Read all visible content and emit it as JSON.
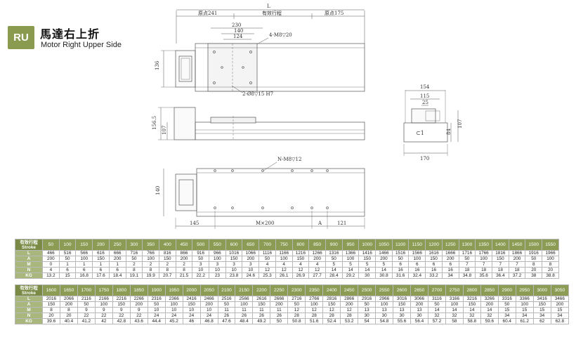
{
  "header": {
    "badge": "RU",
    "title_cn": "馬達右上折",
    "title_en": "Motor Right Upper Side"
  },
  "drawing": {
    "top_view": {
      "dim_L": "L",
      "dim_origin_left": "原点241",
      "dim_stroke": "有效行程",
      "dim_origin_right": "原点175",
      "dim_230": "230",
      "dim_140": "140",
      "dim_124": "124",
      "hole_note": "4-M8▽20",
      "dim_136": "136",
      "pin_note": "2-Ø8▽15 H7"
    },
    "side_view": {
      "dim_156_5": "156.5",
      "dim_107": "107"
    },
    "bottom_view": {
      "hole_note": "N-M8▽12",
      "dim_140": "140",
      "dim_145": "145",
      "dim_mx200": "M×200",
      "dim_a": "A",
      "dim_121": "121"
    },
    "end_view": {
      "dim_154": "154",
      "dim_115": "115",
      "dim_25": "25",
      "dim_84": "84",
      "dim_107": "107",
      "dim_170": "170"
    }
  },
  "table1": {
    "header_cn": "有效行程",
    "header_en": "Stroke",
    "columns": [
      "50",
      "100",
      "150",
      "200",
      "250",
      "300",
      "350",
      "400",
      "450",
      "500",
      "550",
      "600",
      "650",
      "700",
      "750",
      "800",
      "850",
      "900",
      "950",
      "1000",
      "1050",
      "1100",
      "1150",
      "1200",
      "1250",
      "1300",
      "1350",
      "1400",
      "1450",
      "1500",
      "1550"
    ],
    "rows": [
      {
        "label": "L",
        "cells": [
          "466",
          "516",
          "566",
          "616",
          "666",
          "716",
          "766",
          "816",
          "866",
          "916",
          "966",
          "1016",
          "1066",
          "1116",
          "1166",
          "1216",
          "1266",
          "1316",
          "1366",
          "1416",
          "1466",
          "1516",
          "1566",
          "1616",
          "1666",
          "1716",
          "1766",
          "1816",
          "1866",
          "1916",
          "1966"
        ]
      },
      {
        "label": "A",
        "cells": [
          "200",
          "50",
          "100",
          "150",
          "200",
          "50",
          "100",
          "150",
          "200",
          "50",
          "100",
          "150",
          "200",
          "50",
          "100",
          "150",
          "200",
          "50",
          "100",
          "150",
          "200",
          "50",
          "100",
          "150",
          "200",
          "50",
          "100",
          "150",
          "200",
          "50",
          "100"
        ]
      },
      {
        "label": "M",
        "cells": [
          "0",
          "1",
          "1",
          "1",
          "1",
          "2",
          "2",
          "2",
          "2",
          "3",
          "3",
          "3",
          "3",
          "4",
          "4",
          "4",
          "4",
          "5",
          "5",
          "5",
          "5",
          "6",
          "6",
          "6",
          "6",
          "7",
          "7",
          "7",
          "7",
          "8",
          "8"
        ]
      },
      {
        "label": "N",
        "cells": [
          "4",
          "6",
          "6",
          "6",
          "6",
          "8",
          "8",
          "8",
          "8",
          "10",
          "10",
          "10",
          "10",
          "12",
          "12",
          "12",
          "12",
          "14",
          "14",
          "14",
          "14",
          "16",
          "16",
          "16",
          "16",
          "18",
          "18",
          "18",
          "18",
          "20",
          "20"
        ]
      },
      {
        "label": "KG",
        "cells": [
          "13.2",
          "15",
          "16.8",
          "17.6",
          "18.4",
          "19.1",
          "19.9",
          "20.7",
          "21.5",
          "22.2",
          "23",
          "23.8",
          "24.6",
          "25.3",
          "26.1",
          "26.9",
          "27.7",
          "28.4",
          "29.2",
          "30",
          "30.8",
          "31.6",
          "32.4",
          "33.2",
          "34",
          "34.8",
          "35.6",
          "36.4",
          "37.2",
          "38",
          "38.8"
        ]
      }
    ]
  },
  "table2": {
    "header_cn": "有效行程",
    "header_en": "Stroke",
    "columns": [
      "1600",
      "1650",
      "1700",
      "1750",
      "1800",
      "1850",
      "1900",
      "1950",
      "2000",
      "2050",
      "2100",
      "2150",
      "2200",
      "2250",
      "2300",
      "2350",
      "2400",
      "2450",
      "2500",
      "2550",
      "2600",
      "2650",
      "2700",
      "2750",
      "2800",
      "2850",
      "2900",
      "2950",
      "3000",
      "3050"
    ],
    "rows": [
      {
        "label": "L",
        "cells": [
          "2016",
          "2066",
          "2116",
          "2166",
          "2216",
          "2266",
          "2316",
          "2366",
          "2416",
          "2466",
          "2516",
          "2566",
          "2616",
          "2666",
          "2716",
          "2766",
          "2816",
          "2866",
          "2916",
          "2966",
          "3016",
          "3066",
          "3116",
          "3166",
          "3216",
          "3266",
          "3316",
          "3366",
          "3416",
          "3466"
        ]
      },
      {
        "label": "A",
        "cells": [
          "150",
          "200",
          "50",
          "100",
          "150",
          "200",
          "50",
          "100",
          "150",
          "200",
          "50",
          "100",
          "150",
          "200",
          "50",
          "100",
          "150",
          "200",
          "50",
          "100",
          "150",
          "200",
          "50",
          "100",
          "150",
          "200",
          "50",
          "100",
          "150",
          "200"
        ]
      },
      {
        "label": "M",
        "cells": [
          "8",
          "8",
          "9",
          "9",
          "9",
          "9",
          "10",
          "10",
          "10",
          "10",
          "11",
          "11",
          "11",
          "11",
          "12",
          "12",
          "12",
          "12",
          "13",
          "13",
          "13",
          "13",
          "14",
          "14",
          "14",
          "14",
          "15",
          "15",
          "15",
          "15"
        ]
      },
      {
        "label": "N",
        "cells": [
          "20",
          "20",
          "22",
          "22",
          "22",
          "22",
          "24",
          "24",
          "24",
          "24",
          "26",
          "26",
          "26",
          "26",
          "28",
          "28",
          "28",
          "28",
          "30",
          "30",
          "30",
          "30",
          "32",
          "32",
          "32",
          "32",
          "34",
          "34",
          "34",
          "34"
        ]
      },
      {
        "label": "KG",
        "cells": [
          "39.6",
          "40.4",
          "41.2",
          "42",
          "42.8",
          "43.6",
          "44.4",
          "45.2",
          "46",
          "46.8",
          "47.6",
          "48.4",
          "49.2",
          "50",
          "50.8",
          "51.6",
          "52.4",
          "53.2",
          "54",
          "54.8",
          "55.6",
          "56.4",
          "57.2",
          "58",
          "58.8",
          "59.6",
          "60.4",
          "61.2",
          "62",
          "62.8"
        ]
      }
    ]
  },
  "colors": {
    "accent": "#8a9b4f",
    "header_bg": "#8c9c55",
    "label_bg": "#a9b67c"
  }
}
